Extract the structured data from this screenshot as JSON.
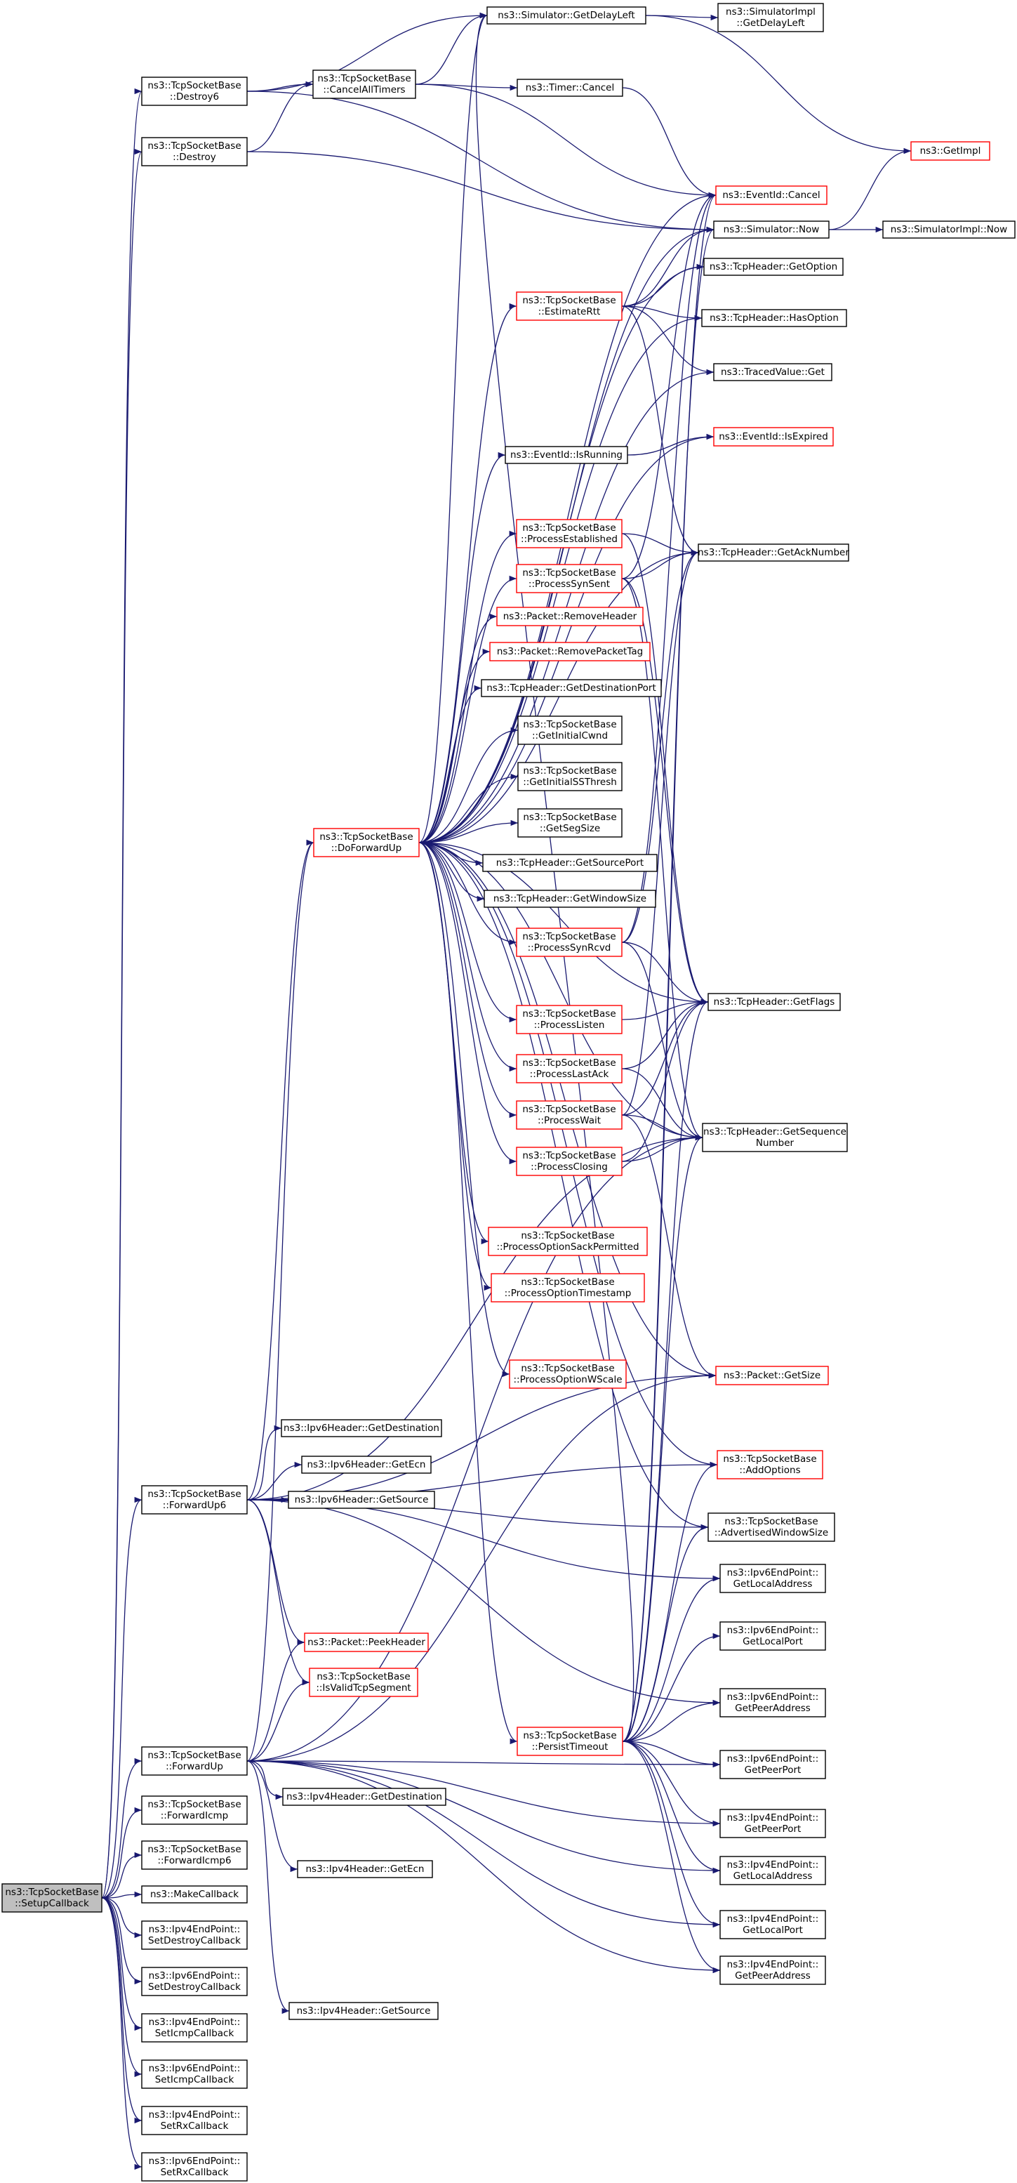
{
  "graph": {
    "title": "",
    "colors": {
      "edge": "#191970",
      "node_border": "#000000",
      "truncated_border": "#ff0000",
      "root_fill": "#bfbfbf"
    },
    "nodes": [
      {
        "id": "setup",
        "lines": [
          "ns3::TcpSocketBase",
          "::SetupCallback"
        ],
        "style": "root"
      },
      {
        "id": "destroy6",
        "lines": [
          "ns3::TcpSocketBase",
          "::Destroy6"
        ],
        "style": "normal"
      },
      {
        "id": "destroy",
        "lines": [
          "ns3::TcpSocketBase",
          "::Destroy"
        ],
        "style": "normal"
      },
      {
        "id": "canceltimers",
        "lines": [
          "ns3::TcpSocketBase",
          "::CancelAllTimers"
        ],
        "style": "normal"
      },
      {
        "id": "getdelayleft",
        "lines": [
          "ns3::Simulator::GetDelayLeft"
        ],
        "style": "normal"
      },
      {
        "id": "simimpl_delay",
        "lines": [
          "ns3::SimulatorImpl",
          "::GetDelayLeft"
        ],
        "style": "normal"
      },
      {
        "id": "getimpl",
        "lines": [
          "ns3::GetImpl"
        ],
        "style": "red"
      },
      {
        "id": "timercancel",
        "lines": [
          "ns3::Timer::Cancel"
        ],
        "style": "normal"
      },
      {
        "id": "eventcancel",
        "lines": [
          "ns3::EventId::Cancel"
        ],
        "style": "red"
      },
      {
        "id": "simnow",
        "lines": [
          "ns3::Simulator::Now"
        ],
        "style": "normal"
      },
      {
        "id": "simimpl_now",
        "lines": [
          "ns3::SimulatorImpl::Now"
        ],
        "style": "normal"
      },
      {
        "id": "getoption",
        "lines": [
          "ns3::TcpHeader::GetOption"
        ],
        "style": "normal"
      },
      {
        "id": "estimatertt",
        "lines": [
          "ns3::TcpSocketBase",
          "::EstimateRtt"
        ],
        "style": "red"
      },
      {
        "id": "hasoption",
        "lines": [
          "ns3::TcpHeader::HasOption"
        ],
        "style": "normal"
      },
      {
        "id": "tracedget",
        "lines": [
          "ns3::TracedValue::Get"
        ],
        "style": "normal"
      },
      {
        "id": "isexpired",
        "lines": [
          "ns3::EventId::IsExpired"
        ],
        "style": "red"
      },
      {
        "id": "isrunning",
        "lines": [
          "ns3::EventId::IsRunning"
        ],
        "style": "normal"
      },
      {
        "id": "procestablished",
        "lines": [
          "ns3::TcpSocketBase",
          "::ProcessEstablished"
        ],
        "style": "red"
      },
      {
        "id": "getacknumber",
        "lines": [
          "ns3::TcpHeader::GetAckNumber"
        ],
        "style": "normal"
      },
      {
        "id": "procsynsent",
        "lines": [
          "ns3::TcpSocketBase",
          "::ProcessSynSent"
        ],
        "style": "red"
      },
      {
        "id": "removeheader",
        "lines": [
          "ns3::Packet::RemoveHeader"
        ],
        "style": "red"
      },
      {
        "id": "removepackettag",
        "lines": [
          "ns3::Packet::RemovePacketTag"
        ],
        "style": "red"
      },
      {
        "id": "getdestport",
        "lines": [
          "ns3::TcpHeader::GetDestinationPort"
        ],
        "style": "normal"
      },
      {
        "id": "getinitcwnd",
        "lines": [
          "ns3::TcpSocketBase",
          "::GetInitialCwnd"
        ],
        "style": "normal"
      },
      {
        "id": "getinitssthresh",
        "lines": [
          "ns3::TcpSocketBase",
          "::GetInitialSSThresh"
        ],
        "style": "normal"
      },
      {
        "id": "doforwardup",
        "lines": [
          "ns3::TcpSocketBase",
          "::DoForwardUp"
        ],
        "style": "red"
      },
      {
        "id": "getsegsize",
        "lines": [
          "ns3::TcpSocketBase",
          "::GetSegSize"
        ],
        "style": "normal"
      },
      {
        "id": "getsourceport",
        "lines": [
          "ns3::TcpHeader::GetSourcePort"
        ],
        "style": "normal"
      },
      {
        "id": "getwindowsize",
        "lines": [
          "ns3::TcpHeader::GetWindowSize"
        ],
        "style": "normal"
      },
      {
        "id": "procsynrcvd",
        "lines": [
          "ns3::TcpSocketBase",
          "::ProcessSynRcvd"
        ],
        "style": "red"
      },
      {
        "id": "getflags",
        "lines": [
          "ns3::TcpHeader::GetFlags"
        ],
        "style": "normal"
      },
      {
        "id": "proclisten",
        "lines": [
          "ns3::TcpSocketBase",
          "::ProcessListen"
        ],
        "style": "red"
      },
      {
        "id": "proclastack",
        "lines": [
          "ns3::TcpSocketBase",
          "::ProcessLastAck"
        ],
        "style": "red"
      },
      {
        "id": "procwait",
        "lines": [
          "ns3::TcpSocketBase",
          "::ProcessWait"
        ],
        "style": "red"
      },
      {
        "id": "getseqnum",
        "lines": [
          "ns3::TcpHeader::GetSequence",
          "Number"
        ],
        "style": "normal"
      },
      {
        "id": "procclosing",
        "lines": [
          "ns3::TcpSocketBase",
          "::ProcessClosing"
        ],
        "style": "red"
      },
      {
        "id": "procsack",
        "lines": [
          "ns3::TcpSocketBase",
          "::ProcessOptionSackPermitted"
        ],
        "style": "red"
      },
      {
        "id": "proctimestamp",
        "lines": [
          "ns3::TcpSocketBase",
          "::ProcessOptionTimestamp"
        ],
        "style": "red"
      },
      {
        "id": "procwscale",
        "lines": [
          "ns3::TcpSocketBase",
          "::ProcessOptionWScale"
        ],
        "style": "red"
      },
      {
        "id": "getsize",
        "lines": [
          "ns3::Packet::GetSize"
        ],
        "style": "red"
      },
      {
        "id": "ipv6getdest",
        "lines": [
          "ns3::Ipv6Header::GetDestination"
        ],
        "style": "normal"
      },
      {
        "id": "addoptions",
        "lines": [
          "ns3::TcpSocketBase",
          "::AddOptions"
        ],
        "style": "red"
      },
      {
        "id": "ipv6getecn",
        "lines": [
          "ns3::Ipv6Header::GetEcn"
        ],
        "style": "normal"
      },
      {
        "id": "forwardup6",
        "lines": [
          "ns3::TcpSocketBase",
          "::ForwardUp6"
        ],
        "style": "normal"
      },
      {
        "id": "ipv6getsource",
        "lines": [
          "ns3::Ipv6Header::GetSource"
        ],
        "style": "normal"
      },
      {
        "id": "advwindowsize",
        "lines": [
          "ns3::TcpSocketBase",
          "::AdvertisedWindowSize"
        ],
        "style": "normal"
      },
      {
        "id": "ipv6ep_localaddr",
        "lines": [
          "ns3::Ipv6EndPoint::",
          "GetLocalAddress"
        ],
        "style": "normal"
      },
      {
        "id": "ipv6ep_localport",
        "lines": [
          "ns3::Ipv6EndPoint::",
          "GetLocalPort"
        ],
        "style": "normal"
      },
      {
        "id": "peekheader",
        "lines": [
          "ns3::Packet::PeekHeader"
        ],
        "style": "red"
      },
      {
        "id": "isvalidtcp",
        "lines": [
          "ns3::TcpSocketBase",
          "::IsValidTcpSegment"
        ],
        "style": "red"
      },
      {
        "id": "ipv6ep_peeraddr",
        "lines": [
          "ns3::Ipv6EndPoint::",
          "GetPeerAddress"
        ],
        "style": "normal"
      },
      {
        "id": "persisttimeout",
        "lines": [
          "ns3::TcpSocketBase",
          "::PersistTimeout"
        ],
        "style": "red"
      },
      {
        "id": "forwardup",
        "lines": [
          "ns3::TcpSocketBase",
          "::ForwardUp"
        ],
        "style": "normal"
      },
      {
        "id": "ipv6ep_peerport",
        "lines": [
          "ns3::Ipv6EndPoint::",
          "GetPeerPort"
        ],
        "style": "normal"
      },
      {
        "id": "ipv4getdest",
        "lines": [
          "ns3::Ipv4Header::GetDestination"
        ],
        "style": "normal"
      },
      {
        "id": "forwardicmp",
        "lines": [
          "ns3::TcpSocketBase",
          "::ForwardIcmp"
        ],
        "style": "normal"
      },
      {
        "id": "ipv4ep_peerport",
        "lines": [
          "ns3::Ipv4EndPoint::",
          "GetPeerPort"
        ],
        "style": "normal"
      },
      {
        "id": "forwardicmp6",
        "lines": [
          "ns3::TcpSocketBase",
          "::ForwardIcmp6"
        ],
        "style": "normal"
      },
      {
        "id": "ipv4getecn",
        "lines": [
          "ns3::Ipv4Header::GetEcn"
        ],
        "style": "normal"
      },
      {
        "id": "ipv4ep_localaddr",
        "lines": [
          "ns3::Ipv4EndPoint::",
          "GetLocalAddress"
        ],
        "style": "normal"
      },
      {
        "id": "makecallback",
        "lines": [
          "ns3::MakeCallback"
        ],
        "style": "normal"
      },
      {
        "id": "ipv4ep_setdestroy",
        "lines": [
          "ns3::Ipv4EndPoint::",
          "SetDestroyCallback"
        ],
        "style": "normal"
      },
      {
        "id": "ipv4ep_localport",
        "lines": [
          "ns3::Ipv4EndPoint::",
          "GetLocalPort"
        ],
        "style": "normal"
      },
      {
        "id": "ipv6ep_setdestroy",
        "lines": [
          "ns3::Ipv6EndPoint::",
          "SetDestroyCallback"
        ],
        "style": "normal"
      },
      {
        "id": "ipv4ep_peeraddr",
        "lines": [
          "ns3::Ipv4EndPoint::",
          "GetPeerAddress"
        ],
        "style": "normal"
      },
      {
        "id": "ipv4getsource",
        "lines": [
          "ns3::Ipv4Header::GetSource"
        ],
        "style": "normal"
      },
      {
        "id": "ipv4ep_seticmp",
        "lines": [
          "ns3::Ipv4EndPoint::",
          "SetIcmpCallback"
        ],
        "style": "normal"
      },
      {
        "id": "ipv6ep_seticmp",
        "lines": [
          "ns3::Ipv6EndPoint::",
          "SetIcmpCallback"
        ],
        "style": "normal"
      },
      {
        "id": "ipv4ep_setrx",
        "lines": [
          "ns3::Ipv4EndPoint::",
          "SetRxCallback"
        ],
        "style": "normal"
      },
      {
        "id": "ipv6ep_setrx",
        "lines": [
          "ns3::Ipv6EndPoint::",
          "SetRxCallback"
        ],
        "style": "normal"
      }
    ],
    "edges": [
      [
        "setup",
        "destroy6"
      ],
      [
        "setup",
        "destroy"
      ],
      [
        "setup",
        "forwardup6"
      ],
      [
        "setup",
        "forwardup"
      ],
      [
        "setup",
        "forwardicmp"
      ],
      [
        "setup",
        "forwardicmp6"
      ],
      [
        "setup",
        "makecallback"
      ],
      [
        "setup",
        "ipv4ep_setdestroy"
      ],
      [
        "setup",
        "ipv6ep_setdestroy"
      ],
      [
        "setup",
        "ipv4ep_seticmp"
      ],
      [
        "setup",
        "ipv6ep_seticmp"
      ],
      [
        "setup",
        "ipv4ep_setrx"
      ],
      [
        "setup",
        "ipv6ep_setrx"
      ],
      [
        "destroy6",
        "canceltimers"
      ],
      [
        "destroy6",
        "getdelayleft"
      ],
      [
        "destroy6",
        "simnow"
      ],
      [
        "destroy",
        "canceltimers"
      ],
      [
        "destroy",
        "simnow"
      ],
      [
        "canceltimers",
        "getdelayleft"
      ],
      [
        "canceltimers",
        "timercancel"
      ],
      [
        "canceltimers",
        "eventcancel"
      ],
      [
        "getdelayleft",
        "simimpl_delay"
      ],
      [
        "getdelayleft",
        "getimpl"
      ],
      [
        "timercancel",
        "eventcancel"
      ],
      [
        "simnow",
        "getimpl"
      ],
      [
        "simnow",
        "simimpl_now"
      ],
      [
        "estimatertt",
        "simnow"
      ],
      [
        "estimatertt",
        "getoption"
      ],
      [
        "estimatertt",
        "hasoption"
      ],
      [
        "estimatertt",
        "tracedget"
      ],
      [
        "estimatertt",
        "getacknumber"
      ],
      [
        "isrunning",
        "isexpired"
      ],
      [
        "procestablished",
        "getacknumber"
      ],
      [
        "procestablished",
        "getflags"
      ],
      [
        "procsynsent",
        "getacknumber"
      ],
      [
        "procsynsent",
        "getflags"
      ],
      [
        "procsynsent",
        "getseqnum"
      ],
      [
        "procsynsent",
        "eventcancel"
      ],
      [
        "procsynrcvd",
        "getacknumber"
      ],
      [
        "procsynrcvd",
        "getflags"
      ],
      [
        "procsynrcvd",
        "getseqnum"
      ],
      [
        "procsynrcvd",
        "eventcancel"
      ],
      [
        "proclisten",
        "getflags"
      ],
      [
        "proclastack",
        "getflags"
      ],
      [
        "proclastack",
        "getseqnum"
      ],
      [
        "procwait",
        "getflags"
      ],
      [
        "procwait",
        "getseqnum"
      ],
      [
        "procwait",
        "getacknumber"
      ],
      [
        "procwait",
        "getsize"
      ],
      [
        "procclosing",
        "getflags"
      ],
      [
        "procclosing",
        "getseqnum"
      ],
      [
        "doforwardup",
        "getdelayleft"
      ],
      [
        "doforwardup",
        "eventcancel"
      ],
      [
        "doforwardup",
        "simnow"
      ],
      [
        "doforwardup",
        "getoption"
      ],
      [
        "doforwardup",
        "estimatertt"
      ],
      [
        "doforwardup",
        "hasoption"
      ],
      [
        "doforwardup",
        "tracedget"
      ],
      [
        "doforwardup",
        "isexpired"
      ],
      [
        "doforwardup",
        "isrunning"
      ],
      [
        "doforwardup",
        "procestablished"
      ],
      [
        "doforwardup",
        "getacknumber"
      ],
      [
        "doforwardup",
        "procsynsent"
      ],
      [
        "doforwardup",
        "removeheader"
      ],
      [
        "doforwardup",
        "removepackettag"
      ],
      [
        "doforwardup",
        "getdestport"
      ],
      [
        "doforwardup",
        "getinitcwnd"
      ],
      [
        "doforwardup",
        "getinitssthresh"
      ],
      [
        "doforwardup",
        "getsegsize"
      ],
      [
        "doforwardup",
        "getsourceport"
      ],
      [
        "doforwardup",
        "getwindowsize"
      ],
      [
        "doforwardup",
        "procsynrcvd"
      ],
      [
        "doforwardup",
        "getflags"
      ],
      [
        "doforwardup",
        "proclisten"
      ],
      [
        "doforwardup",
        "proclastack"
      ],
      [
        "doforwardup",
        "procwait"
      ],
      [
        "doforwardup",
        "procclosing"
      ],
      [
        "doforwardup",
        "getseqnum"
      ],
      [
        "doforwardup",
        "procsack"
      ],
      [
        "doforwardup",
        "proctimestamp"
      ],
      [
        "doforwardup",
        "procwscale"
      ],
      [
        "doforwardup",
        "getsize"
      ],
      [
        "doforwardup",
        "addoptions"
      ],
      [
        "doforwardup",
        "advwindowsize"
      ],
      [
        "doforwardup",
        "persisttimeout"
      ],
      [
        "forwardup6",
        "doforwardup"
      ],
      [
        "forwardup6",
        "ipv6getdest"
      ],
      [
        "forwardup6",
        "ipv6getecn"
      ],
      [
        "forwardup6",
        "ipv6getsource"
      ],
      [
        "forwardup6",
        "getsize"
      ],
      [
        "forwardup6",
        "peekheader"
      ],
      [
        "forwardup6",
        "isvalidtcp"
      ],
      [
        "forwardup6",
        "addoptions"
      ],
      [
        "forwardup6",
        "advwindowsize"
      ],
      [
        "forwardup6",
        "ipv6ep_localaddr"
      ],
      [
        "forwardup6",
        "ipv6ep_peeraddr"
      ],
      [
        "forwardup6",
        "getseqnum"
      ],
      [
        "forwardup",
        "doforwardup"
      ],
      [
        "forwardup",
        "peekheader"
      ],
      [
        "forwardup",
        "isvalidtcp"
      ],
      [
        "forwardup",
        "getsize"
      ],
      [
        "forwardup",
        "ipv4getdest"
      ],
      [
        "forwardup",
        "ipv4getecn"
      ],
      [
        "forwardup",
        "ipv4getsource"
      ],
      [
        "forwardup",
        "ipv4ep_peerport"
      ],
      [
        "forwardup",
        "ipv4ep_localaddr"
      ],
      [
        "forwardup",
        "ipv4ep_localport"
      ],
      [
        "forwardup",
        "ipv4ep_peeraddr"
      ],
      [
        "forwardup",
        "ipv6ep_peerport"
      ],
      [
        "forwardup",
        "getseqnum"
      ],
      [
        "persisttimeout",
        "getdelayleft"
      ],
      [
        "persisttimeout",
        "eventcancel"
      ],
      [
        "persisttimeout",
        "simnow"
      ],
      [
        "persisttimeout",
        "getflags"
      ],
      [
        "persisttimeout",
        "getseqnum"
      ],
      [
        "persisttimeout",
        "addoptions"
      ],
      [
        "persisttimeout",
        "advwindowsize"
      ],
      [
        "persisttimeout",
        "ipv6ep_localaddr"
      ],
      [
        "persisttimeout",
        "ipv6ep_localport"
      ],
      [
        "persisttimeout",
        "ipv6ep_peeraddr"
      ],
      [
        "persisttimeout",
        "ipv6ep_peerport"
      ],
      [
        "persisttimeout",
        "ipv4ep_peerport"
      ],
      [
        "persisttimeout",
        "ipv4ep_localaddr"
      ],
      [
        "persisttimeout",
        "ipv4ep_localport"
      ],
      [
        "persisttimeout",
        "ipv4ep_peeraddr"
      ]
    ]
  }
}
